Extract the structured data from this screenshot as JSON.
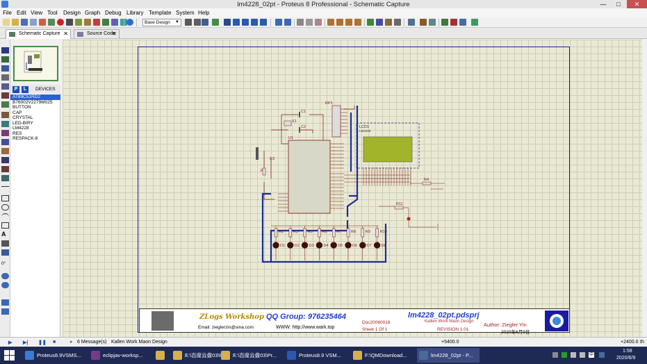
{
  "window": {
    "title": "lm4228_02pt - Proteus 8 Professional - Schematic Capture",
    "minimize": "—",
    "maximize": "□",
    "close": "✕"
  },
  "menu": [
    "File",
    "Edit",
    "View",
    "Tool",
    "Design",
    "Graph",
    "Debug",
    "Library",
    "Template",
    "System",
    "Help"
  ],
  "toolbar": {
    "design_select": "Base Design"
  },
  "tabs": [
    {
      "label": "Schematic Capture",
      "close": "✕"
    },
    {
      "label": "Source Code",
      "close": "✕"
    }
  ],
  "left_tools": {
    "angle": "0°"
  },
  "device_panel": {
    "p_button": "P",
    "l_button": "L",
    "title": "DEVICES",
    "items": [
      "AT89C51RD2",
      "B76002V2279M025",
      "BUTTON",
      "CAP",
      "CRYSTAL",
      "LED-BIRY",
      "LM4228",
      "RES",
      "RESPACK-8"
    ],
    "selected_index": 0
  },
  "schematic": {
    "labels": {
      "c1": "C1",
      "c2": "C2",
      "c3": "C3",
      "x1": "X1",
      "u1": "U1",
      "rp1": "RP1",
      "r1": "R1",
      "lcd": "LCD1",
      "lcd_model": "LM4228",
      "r4": "R4",
      "r11": "R11"
    },
    "resistors": [
      "R2",
      "R3",
      "R5",
      "R6",
      "R7",
      "R8",
      "R9",
      "R10"
    ],
    "leds": [
      "D1",
      "D2",
      "D3",
      "D4",
      "D5",
      "D6",
      "D7",
      "D8"
    ]
  },
  "title_block": {
    "workshop": "ZLogs Workshop",
    "qq": "QQ Group: 976235464",
    "email": "Email:  zieglerzin@sina.com",
    "www": "WWW: http://www.wark.top",
    "project": "lm4228_02pt.pdsprj",
    "subtitle": "Kaillen Work Maon Design",
    "doc": "Doc20060018",
    "sheet": "Sheet  1   Of  1",
    "revision": "REVISION  1.01",
    "author": "Author:  Ziegler Yin",
    "date": "2020年6月9日"
  },
  "status": {
    "messages": "6 Message(s)",
    "design": "Kallen Work Maon Design",
    "x_coord": "+5400.0",
    "y_coord": "+2400.0",
    "unit": "th"
  },
  "taskbar": {
    "tasks": [
      "Proteus8.9VSMS...",
      "eclipjav-worksp...",
      "",
      "E:\\百度云盘03\\Pr...",
      "E:\\百度云盘03\\Pr...",
      "Proteus8.9 VSM...",
      "F:\\QMDownload...",
      "lm4228_02pt - P..."
    ],
    "time": "1:58",
    "date": "2020/6/9"
  }
}
